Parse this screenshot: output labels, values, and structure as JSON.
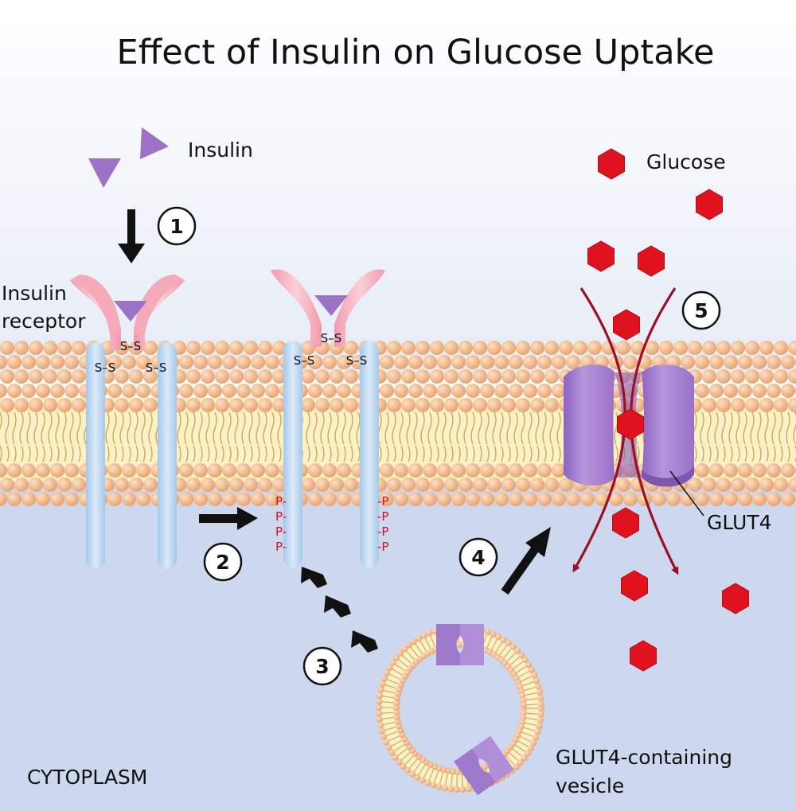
{
  "title": "Effect of Insulin on Glucose Uptake",
  "labels": {
    "insulin": "Insulin",
    "glucose": "Glucose",
    "insulin_receptor_line1": "Insulin",
    "insulin_receptor_line2": "receptor",
    "glut4": "GLUT4",
    "vesicle_line1": "GLUT4-containing",
    "vesicle_line2": "vesicle",
    "cytoplasm": "CYTOPLASM"
  },
  "steps": [
    "1",
    "2",
    "3",
    "4",
    "5"
  ],
  "bonds": {
    "disulfide": "S–S",
    "phosphate_left": "P-",
    "phosphate_right": "-P"
  },
  "colors": {
    "extracellular": "#eef2f9",
    "cytoplasm": "#cdd8ee",
    "membrane_head": "#f2c08e",
    "receptor_alpha": "#f4aab8",
    "receptor_beta": "#b9d6f0",
    "insulin": "#9b72c6",
    "glut4": "#a57fcf",
    "glucose": "#e0121e",
    "phosphate": "#d01020",
    "arrow": "#111111",
    "transport_arrow": "#9b1024"
  },
  "icons": [
    "insulin-molecule-icon",
    "glucose-hexagon-icon",
    "glut4-transporter-icon",
    "step-arrow-icon"
  ]
}
